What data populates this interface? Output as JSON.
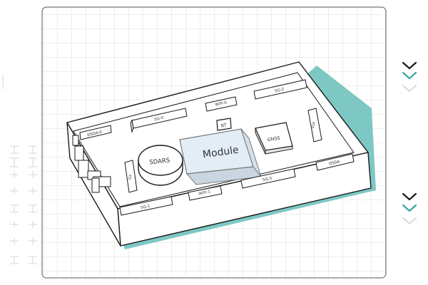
{
  "diagram": {
    "module_label": "Module",
    "components": {
      "sdars": "SDARS",
      "gnss": "GNSS",
      "bt": "BT",
      "wifi_0": "WiFi-0",
      "wifi_1": "WiFi-1",
      "fiveg_0": "5G-0",
      "fiveg_1": "5G-1",
      "fiveg_2": "5G-2",
      "fiveg_3": "5G-3",
      "dsda_0": "DSDA-0",
      "dsda": "DSDA",
      "v2x": "V2X",
      "gx": "GX"
    }
  },
  "colors": {
    "module_fill": "#e3edf6",
    "shadow": "#7ec8c4",
    "outline": "#1a1a1a",
    "grid": "#dcdcdc",
    "accent": "#3aa7a1"
  },
  "icons": {
    "right_top": "double-chevron-down-icon",
    "right_bottom": "double-chevron-down-icon",
    "left": "plus-sign-pattern"
  }
}
